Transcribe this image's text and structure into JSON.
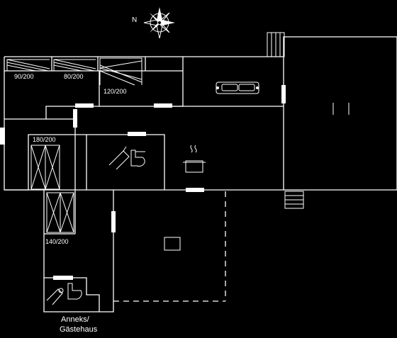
{
  "compass": {
    "north_label": "N"
  },
  "beds": [
    {
      "id": "bed-1",
      "size": "90/200"
    },
    {
      "id": "bed-2",
      "size": "80/200"
    },
    {
      "id": "bed-3",
      "size": "120/200"
    },
    {
      "id": "bed-4",
      "size": "180/200"
    },
    {
      "id": "bed-5",
      "size": "140/200"
    }
  ],
  "annex": {
    "line1": "Anneks/",
    "line2": "Gästehaus"
  }
}
